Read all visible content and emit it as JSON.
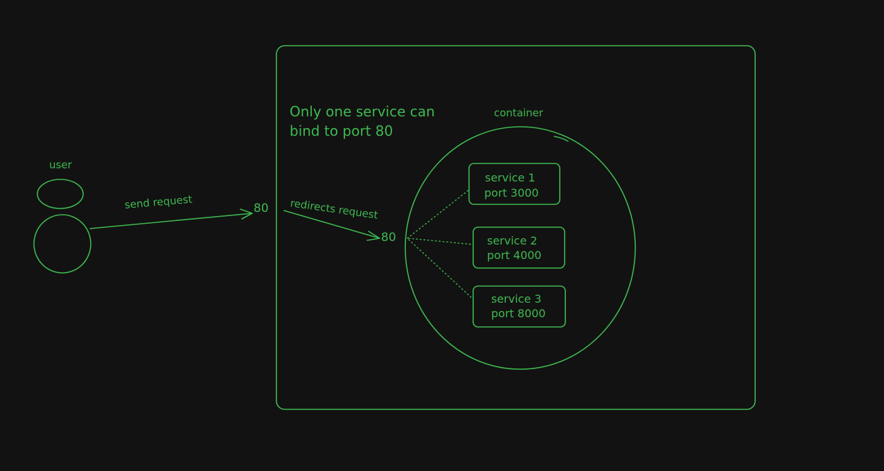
{
  "diagram": {
    "note": "Only one service can\nbind to port 80",
    "container_label": "container",
    "user_label": "user",
    "send_request_label": "send request",
    "redirects_request_label": "redirects request",
    "host_port": "80",
    "container_port": "80",
    "services": [
      {
        "name": "service 1",
        "port": "port 3000"
      },
      {
        "name": "service 2",
        "port": "port 4000"
      },
      {
        "name": "service 3",
        "port": "port 8000"
      }
    ],
    "colors": {
      "background": "#121212",
      "stroke": "#3fb950"
    }
  }
}
